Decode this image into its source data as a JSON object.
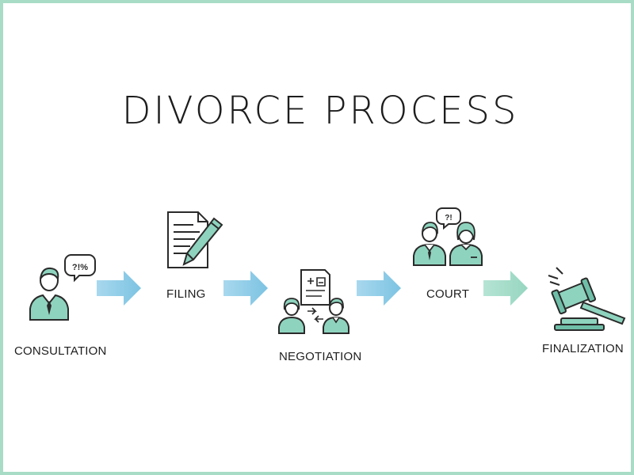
{
  "title": "DIVORCE PROCESS",
  "colors": {
    "frame": "#a8dcc6",
    "teal": "#8ed3be",
    "teal_dark": "#6fbfa8",
    "arrow_blue": "#8ccbe6",
    "arrow_green": "#a3ddc9",
    "ink": "#2a2a2a"
  },
  "steps": [
    {
      "label": "CONSULTATION",
      "icon": "person-speech-icon"
    },
    {
      "label": "FILING",
      "icon": "document-pen-icon"
    },
    {
      "label": "NEGOTIATION",
      "icon": "couple-document-icon"
    },
    {
      "label": "COURT",
      "icon": "couple-speech-icon"
    },
    {
      "label": "FINALIZATION",
      "icon": "gavel-icon"
    }
  ],
  "bubbles": {
    "consultation": "?!%",
    "court": "?!"
  }
}
